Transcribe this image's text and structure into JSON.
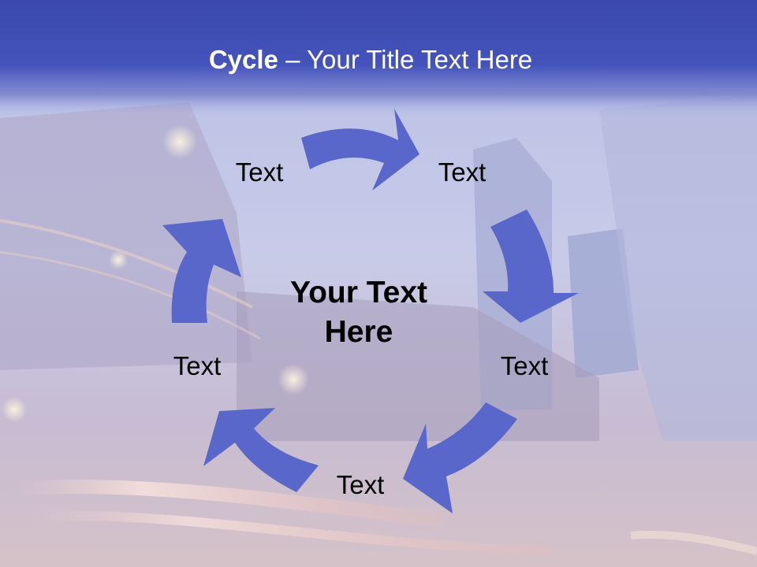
{
  "slide": {
    "title_bold": "Cycle",
    "title_rest": " – Your Title Text Here",
    "center_text_line1": "Your Text",
    "center_text_line2": "Here",
    "cycle_labels": [
      "Text",
      "Text",
      "Text",
      "Text",
      "Text"
    ]
  },
  "colors": {
    "title_band": "#3f4fb5",
    "arrow_fill": "#5867c9",
    "title_text": "#ffffff",
    "label_text": "#000000"
  },
  "icons": [
    "curved-arrow-icon",
    "city-night-background-image"
  ]
}
